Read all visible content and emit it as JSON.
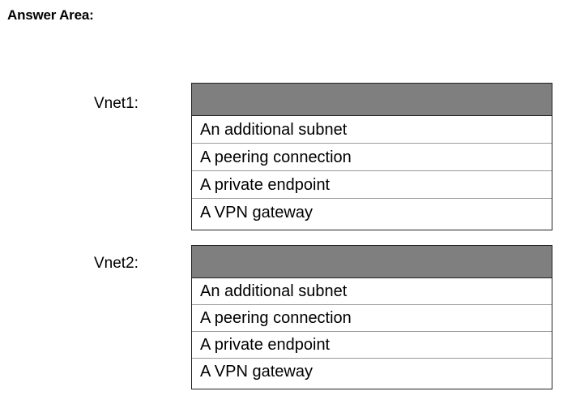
{
  "heading": "Answer Area:",
  "questions": [
    {
      "label": "Vnet1:",
      "selected": "",
      "options": [
        "An additional subnet",
        "A peering connection",
        "A private endpoint",
        "A VPN gateway"
      ]
    },
    {
      "label": "Vnet2:",
      "selected": "",
      "options": [
        "An additional subnet",
        "A peering connection",
        "A private endpoint",
        "A VPN gateway"
      ]
    }
  ],
  "colors": {
    "header_fill": "#7f7f7f",
    "border": "#222222",
    "divider": "#9a9a9a"
  }
}
